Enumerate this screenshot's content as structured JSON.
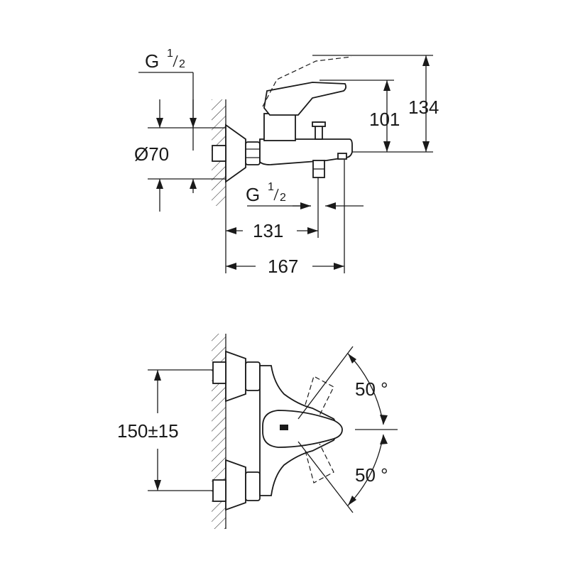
{
  "side_view": {
    "thread_top": {
      "main": "G",
      "num": "1",
      "den": "2"
    },
    "thread_bottom": {
      "main": "G",
      "num": "1",
      "den": "2"
    },
    "diameter": "Ø70",
    "height_spout": "101",
    "height_total": "134",
    "depth_outlet": "131",
    "depth_total": "167"
  },
  "front_view": {
    "centres": "150±15",
    "angle_top": "50 °",
    "angle_bottom": "50 °"
  }
}
